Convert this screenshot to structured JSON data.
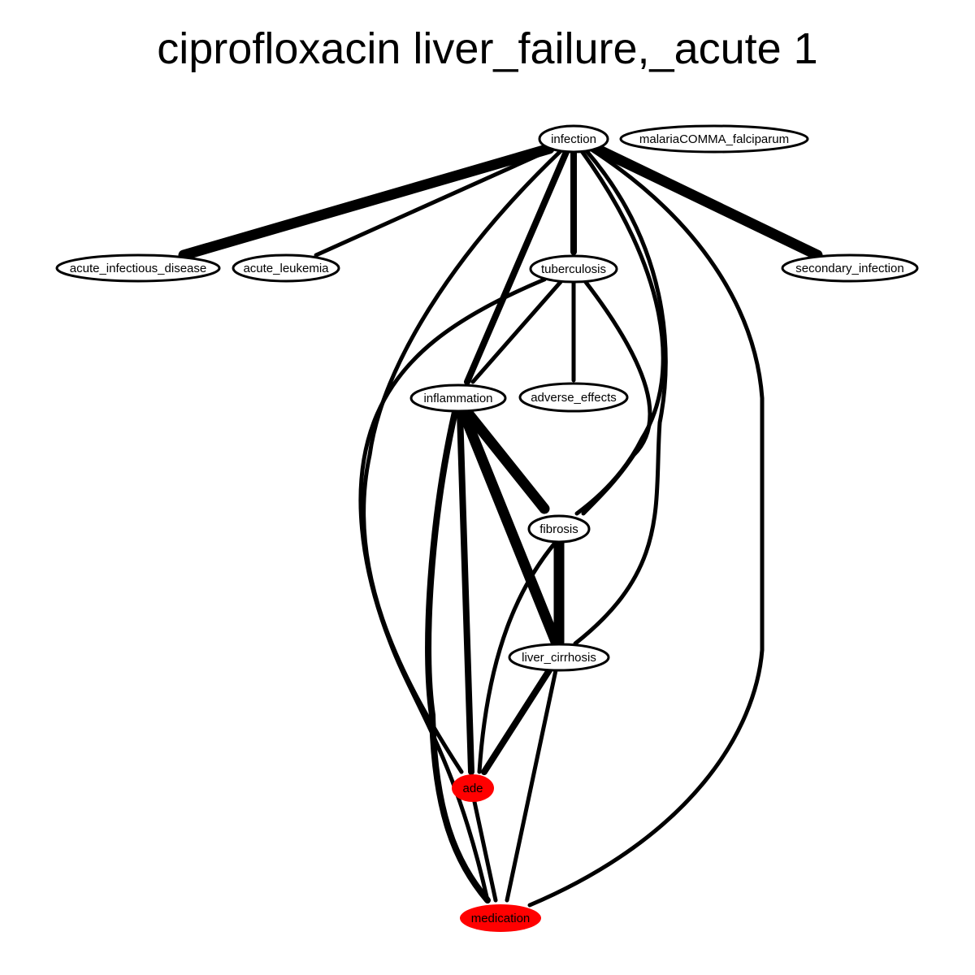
{
  "title": "ciprofloxacin liver_failure,_acute 1",
  "colors": {
    "edge": "#000000",
    "node_fill": "#ffffff",
    "highlight_fill": "#ff0000",
    "background": "#ffffff"
  },
  "nodes": [
    {
      "id": "infection",
      "label": "infection",
      "highlight": false
    },
    {
      "id": "malaria",
      "label": "malariaCOMMA_falciparum",
      "highlight": false
    },
    {
      "id": "acute_infectious_disease",
      "label": "acute_infectious_disease",
      "highlight": false
    },
    {
      "id": "acute_leukemia",
      "label": "acute_leukemia",
      "highlight": false
    },
    {
      "id": "tuberculosis",
      "label": "tuberculosis",
      "highlight": false
    },
    {
      "id": "secondary_infection",
      "label": "secondary_infection",
      "highlight": false
    },
    {
      "id": "inflammation",
      "label": "inflammation",
      "highlight": false
    },
    {
      "id": "adverse_effects",
      "label": "adverse_effects",
      "highlight": false
    },
    {
      "id": "fibrosis",
      "label": "fibrosis",
      "highlight": false
    },
    {
      "id": "liver_cirrhosis",
      "label": "liver_cirrhosis",
      "highlight": false
    },
    {
      "id": "ade",
      "label": "ade",
      "highlight": true
    },
    {
      "id": "medication",
      "label": "medication",
      "highlight": true
    }
  ],
  "edges": [
    {
      "from": "infection",
      "to": "acute_infectious_disease",
      "weight": "heavy"
    },
    {
      "from": "infection",
      "to": "acute_leukemia",
      "weight": "light"
    },
    {
      "from": "infection",
      "to": "tuberculosis",
      "weight": "medium"
    },
    {
      "from": "infection",
      "to": "secondary_infection",
      "weight": "heavy"
    },
    {
      "from": "infection",
      "to": "inflammation",
      "weight": "medium"
    },
    {
      "from": "infection",
      "to": "fibrosis",
      "weight": "light"
    },
    {
      "from": "infection",
      "to": "liver_cirrhosis",
      "weight": "light"
    },
    {
      "from": "infection",
      "to": "ade",
      "weight": "light"
    },
    {
      "from": "infection",
      "to": "medication",
      "weight": "light"
    },
    {
      "from": "tuberculosis",
      "to": "inflammation",
      "weight": "light"
    },
    {
      "from": "tuberculosis",
      "to": "adverse_effects",
      "weight": "light"
    },
    {
      "from": "tuberculosis",
      "to": "fibrosis",
      "weight": "light"
    },
    {
      "from": "tuberculosis",
      "to": "ade",
      "weight": "light"
    },
    {
      "from": "inflammation",
      "to": "fibrosis",
      "weight": "heavy"
    },
    {
      "from": "inflammation",
      "to": "liver_cirrhosis",
      "weight": "heavy"
    },
    {
      "from": "inflammation",
      "to": "ade",
      "weight": "medium"
    },
    {
      "from": "inflammation",
      "to": "medication",
      "weight": "medium"
    },
    {
      "from": "fibrosis",
      "to": "liver_cirrhosis",
      "weight": "heavy"
    },
    {
      "from": "fibrosis",
      "to": "ade",
      "weight": "light"
    },
    {
      "from": "liver_cirrhosis",
      "to": "ade",
      "weight": "medium"
    },
    {
      "from": "liver_cirrhosis",
      "to": "medication",
      "weight": "light"
    },
    {
      "from": "ade",
      "to": "medication",
      "weight": "light"
    }
  ]
}
